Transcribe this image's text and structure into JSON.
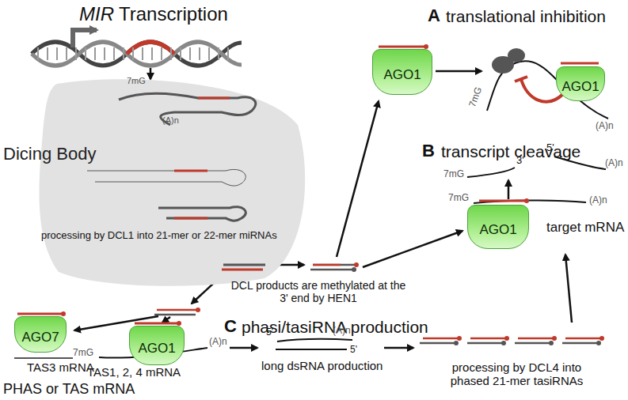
{
  "diagram": {
    "nodes": [
      {
        "text": [
          "Dicing Body"
        ]
      },
      {
        "text": [
          "AGO1"
        ]
      },
      {
        "text": [
          "AGO1"
        ]
      },
      {
        "text": [
          "AGO1"
        ]
      },
      {
        "text": [
          "AGO7"
        ]
      },
      {
        "text": [
          "AGO1"
        ]
      }
    ],
    "labels": [
      "MIR",
      "Transcription",
      "7mG",
      "(A)n",
      "processing by DCL1 into 21-mer or 22-mer miRNAs",
      "DCL products are methylated at the 3' end by HEN1",
      "A",
      "translational inhibition",
      "7mG",
      "(A)n",
      "B",
      "transcript cleavage",
      "7mG",
      "3'",
      "5'",
      "(A)n",
      "7mG",
      "(A)n",
      "target mRNA",
      "C",
      "phasi/tasiRNA production",
      "TAS3 mRNA",
      "7mG",
      "(A)n",
      "TAS1, 2, 4 mRNA",
      "PHAS or TAS mRNA",
      "5'",
      "(A)n",
      "5'",
      "long dsRNA production",
      "processing by DCL4 into phased 21-mer tasiRNAs"
    ]
  }
}
